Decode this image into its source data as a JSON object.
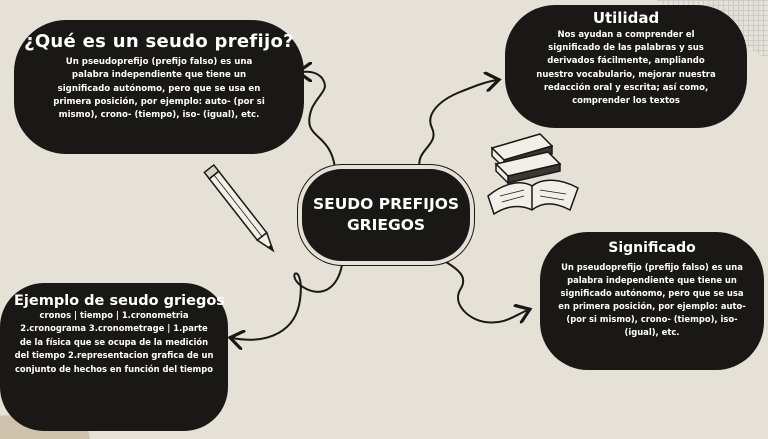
{
  "central": {
    "line1": "SEUDO PREFIJOS",
    "line2": "GRIEGOS"
  },
  "que_es": {
    "title": "¿Qué es un seudo prefijo?",
    "text": "Un pseudoprefijo (prefijo falso) es una palabra independiente que tiene un significado autónomo, pero que se usa en primera posición, por ejemplo: auto- (por si mismo), crono- (tiempo), iso- (igual), etc."
  },
  "utilidad": {
    "title": "Utilidad",
    "text": "Nos ayudan a comprender el significado de las palabras y sus derivados fácilmente, ampliando nuestro vocabulario, mejorar nuestra redacción oral y escrita; así como, comprender los textos"
  },
  "significado": {
    "title": "Significado",
    "text": "Un pseudoprefijo (prefijo falso) es una palabra independiente que tiene un significado autónomo, pero que se usa en primera posición, por ejemplo: auto- (por si mismo), crono- (tiempo), iso- (igual), etc."
  },
  "ejemplo": {
    "title": "Ejemplo de seudo griegos",
    "text": "cronos | tiempo | 1.cronometria 2.cronograma 3.cronometrage | 1.parte de la física que se ocupa de la medición del tiempo 2.representacion grafica de un conjunto de hechos en función del tiempo"
  },
  "colors": {
    "background": "#e6e1d6",
    "box": "#1a1816",
    "text": "#ffffff"
  },
  "icons": [
    "pencil-icon",
    "books-icon"
  ]
}
